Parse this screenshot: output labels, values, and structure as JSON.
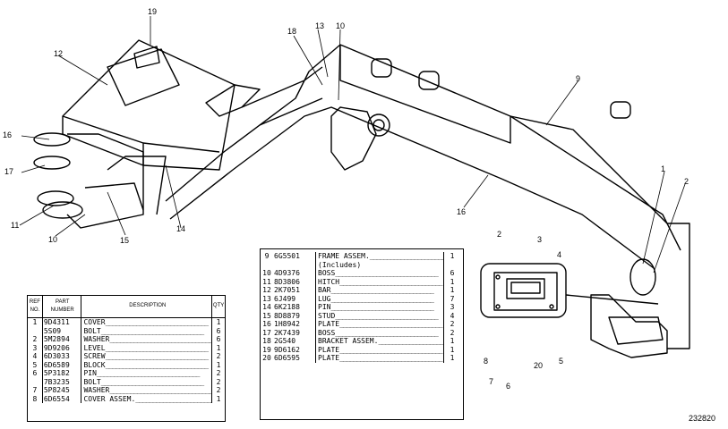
{
  "callouts": [
    "19",
    "12",
    "18",
    "13",
    "10",
    "9",
    "16",
    "17",
    "11",
    "10",
    "15",
    "14",
    "1",
    "2",
    "16",
    "2",
    "3",
    "4",
    "8",
    "7",
    "6",
    "20",
    "5"
  ],
  "left_table": {
    "headers": {
      "ref": "REF NO.",
      "part": "PART NUMBER",
      "desc": "DESCRIPTION",
      "qty": "QTY"
    },
    "rows": [
      {
        "ref": "1",
        "part": "9D4311",
        "desc": "COVER",
        "qty": "1"
      },
      {
        "ref": "",
        "part": "5S09",
        "desc": "BOLT",
        "qty": "6"
      },
      {
        "ref": "2",
        "part": "5M2894",
        "desc": "WASHER",
        "qty": "6"
      },
      {
        "ref": "3",
        "part": "9D9206",
        "desc": "LEVEL",
        "qty": "1"
      },
      {
        "ref": "4",
        "part": "6D3033",
        "desc": "SCREW",
        "qty": "2"
      },
      {
        "ref": "5",
        "part": "6D6589",
        "desc": "BLOCK",
        "qty": "1"
      },
      {
        "ref": "6",
        "part": "5P3182",
        "desc": "PIN",
        "qty": "2"
      },
      {
        "ref": "",
        "part": "7B3235",
        "desc": "BOLT",
        "qty": "2"
      },
      {
        "ref": "7",
        "part": "5P8245",
        "desc": "WASHER",
        "qty": "2"
      },
      {
        "ref": "8",
        "part": "6D6554",
        "desc": "COVER ASSEM.",
        "qty": "1"
      }
    ]
  },
  "right_table": {
    "rows": [
      {
        "ref": "9",
        "part": "6G5501",
        "desc": "FRAME ASSEM.",
        "qty": "1"
      },
      {
        "ref": "",
        "part": "",
        "desc": "(Includes)",
        "qty": ""
      },
      {
        "ref": "10",
        "part": "4D9376",
        "desc": "BOSS",
        "qty": "6"
      },
      {
        "ref": "11",
        "part": "8D3806",
        "desc": "HITCH",
        "qty": "1"
      },
      {
        "ref": "12",
        "part": "2K7051",
        "desc": "BAR",
        "qty": "1"
      },
      {
        "ref": "13",
        "part": "6J499",
        "desc": "LUG",
        "qty": "7"
      },
      {
        "ref": "14",
        "part": "6K2188",
        "desc": "PIN",
        "qty": "3"
      },
      {
        "ref": "15",
        "part": "8D8879",
        "desc": "STUD",
        "qty": "4"
      },
      {
        "ref": "16",
        "part": "1H8942",
        "desc": "PLATE",
        "qty": "2"
      },
      {
        "ref": "17",
        "part": "2K7439",
        "desc": "BOSS",
        "qty": "2"
      },
      {
        "ref": "18",
        "part": "2G540",
        "desc": "BRACKET ASSEM.",
        "qty": "1"
      },
      {
        "ref": "19",
        "part": "9D6162",
        "desc": "PLATE",
        "qty": "1"
      },
      {
        "ref": "20",
        "part": "6D6595",
        "desc": "PLATE",
        "qty": "1"
      }
    ]
  },
  "figure_number": "232820"
}
